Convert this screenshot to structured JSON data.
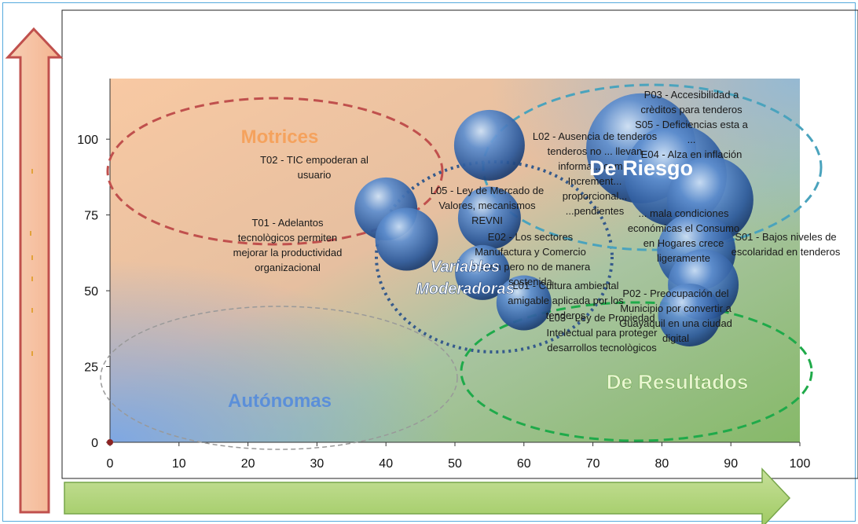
{
  "chart_data": {
    "type": "scatter",
    "xlim": [
      0,
      100
    ],
    "ylim": [
      0,
      120
    ],
    "x_ticks": [
      "0",
      "10",
      "20",
      "30",
      "40",
      "50",
      "60",
      "70",
      "80",
      "90",
      "100"
    ],
    "y_ticks": [
      "0",
      "25",
      "50",
      "75",
      "100"
    ],
    "grid": false,
    "regions": [
      {
        "id": "motrices",
        "name": "Motrices",
        "color": "#f5a25d"
      },
      {
        "id": "riesgo",
        "name": "De Riesgo",
        "color": "#ffffff"
      },
      {
        "id": "moderadoras",
        "name": "Variables Moderadoras",
        "color": "#ffffff"
      },
      {
        "id": "autonomas",
        "name": "Autónomas",
        "color": "#5b8fd9"
      },
      {
        "id": "resultados",
        "name": "De Resultados",
        "color": "#e8f5d0"
      }
    ],
    "points": [
      {
        "x": 0,
        "y": 0,
        "size": 1,
        "label": ""
      },
      {
        "x": 40,
        "y": 77,
        "size": 4,
        "label": ""
      },
      {
        "x": 43,
        "y": 67,
        "size": 4,
        "label": ""
      },
      {
        "x": 55,
        "y": 98,
        "size": 4.5,
        "label": ""
      },
      {
        "x": 55,
        "y": 74,
        "size": 4,
        "label": ""
      },
      {
        "x": 54,
        "y": 56,
        "size": 3.5,
        "label": ""
      },
      {
        "x": 60,
        "y": 46,
        "size": 3.5,
        "label": ""
      },
      {
        "x": 77,
        "y": 97,
        "size": 7,
        "label": ""
      },
      {
        "x": 82,
        "y": 88,
        "size": 6.5,
        "label": ""
      },
      {
        "x": 87,
        "y": 80,
        "size": 5.5,
        "label": ""
      },
      {
        "x": 85,
        "y": 63,
        "size": 5,
        "label": ""
      },
      {
        "x": 86,
        "y": 52,
        "size": 4.5,
        "label": ""
      },
      {
        "x": 84,
        "y": 42,
        "size": 4,
        "label": ""
      }
    ],
    "annotations": [
      {
        "id": "t02",
        "lines": [
          "T02 - TIC empoderan al",
          "usuario"
        ]
      },
      {
        "id": "t01",
        "lines": [
          "T01 - Adelantos",
          "tecnològicos permiten",
          "mejorar la productividad",
          "organizacional"
        ]
      },
      {
        "id": "l05",
        "lines": [
          "L05 - Ley de Mercado de",
          "Valores, mecanismos",
          "REVNI"
        ]
      },
      {
        "id": "l02",
        "lines": [
          "L02 - Ausencia de tenderos",
          "tenderos no ... llevan",
          "informa... com...",
          "Increment...",
          "proporcional...",
          "...pendientes"
        ]
      },
      {
        "id": "e02",
        "lines": [
          "E02 - Los sectores",
          "Manufactura y Comercio",
          "crecen pero no de manera",
          "sostenida"
        ]
      },
      {
        "id": "l01",
        "lines": [
          "L01 - Cultura ambiental",
          "amigable aplicada por los",
          "tenderos"
        ]
      },
      {
        "id": "l03",
        "lines": [
          "L03 - Ley de Propiedad",
          "Intelectual para proteger",
          "desarrollos tecnològicos"
        ]
      },
      {
        "id": "p03",
        "lines": [
          "P03 - Accesibilidad a",
          "crèditos para tenderos",
          "S05 - Deficiencias esta a",
          "...",
          "E04 - Alza en inflación"
        ]
      },
      {
        "id": "e05",
        "lines": [
          "... mala condiciones",
          "económicas el Consumo",
          "en Hogares crece",
          "ligeramente"
        ]
      },
      {
        "id": "s01",
        "lines": [
          "S01 - Bajos niveles de",
          "escolaridad en tenderos"
        ]
      },
      {
        "id": "p02",
        "lines": [
          "P02 - Preocupación del",
          "Municipio por convertir a",
          "Guayaquil en una ciudad",
          "digital"
        ]
      }
    ]
  }
}
